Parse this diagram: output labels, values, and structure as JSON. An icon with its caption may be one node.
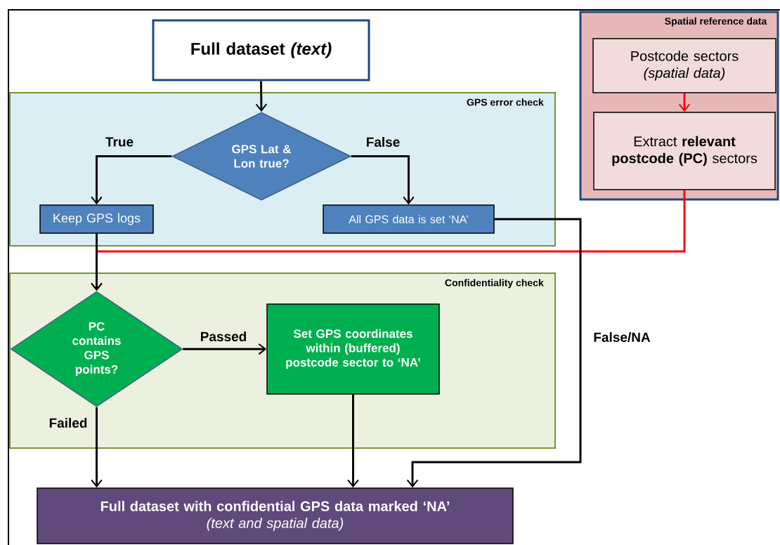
{
  "diagram": {
    "nodes": [
      {
        "text": [
          "Full dataset *(text)*"
        ]
      },
      {
        "text": [
          "GPS error check"
        ]
      },
      {
        "text": [
          "GPS Lat & Lon true?"
        ],
        "in": 1
      },
      {
        "text": [
          "Keep GPS logs"
        ],
        "in": 1
      },
      {
        "text": [
          "All GPS data is set ‘NA’"
        ],
        "in": 1
      },
      {
        "text": [
          "Spatial reference data"
        ]
      },
      {
        "text": [
          "Postcode sectors *(spatial data)*"
        ],
        "in": 5
      },
      {
        "text": [
          "Extract **relevant postcode (PC)** sectors"
        ],
        "in": 5
      },
      {
        "text": [
          "Confidentiality check"
        ]
      },
      {
        "text": [
          "PC contains GPS points?"
        ],
        "in": 8
      },
      {
        "text": [
          "Set GPS coordinates within (buffered) postcode sector to ‘NA’"
        ],
        "in": 8
      },
      {
        "text": [
          "Full dataset with confidential GPS data marked ‘NA’",
          "(text and spatial data)"
        ]
      }
    ],
    "edges": [
      {
        "from": 0,
        "to": 2,
        "arrow": "to"
      },
      {
        "from": 2,
        "to": 3,
        "arrow": "to",
        "label": "True"
      },
      {
        "from": 2,
        "to": 4,
        "arrow": "to",
        "label": "False"
      },
      {
        "from": 3,
        "to": 9,
        "arrow": "to"
      },
      {
        "from": 6,
        "to": 7,
        "arrow": "to",
        "color": "#ff0000"
      },
      {
        "from": 7,
        "to": 9,
        "arrow": "to",
        "color": "#ff0000"
      },
      {
        "from": 9,
        "to": 10,
        "arrow": "to",
        "label": "Passed"
      },
      {
        "from": 9,
        "to": 11,
        "arrow": "to",
        "label": "Failed"
      },
      {
        "from": 10,
        "to": 11,
        "arrow": "to"
      },
      {
        "from": 4,
        "to": 11,
        "arrow": "to",
        "label": "False/NA"
      }
    ]
  }
}
